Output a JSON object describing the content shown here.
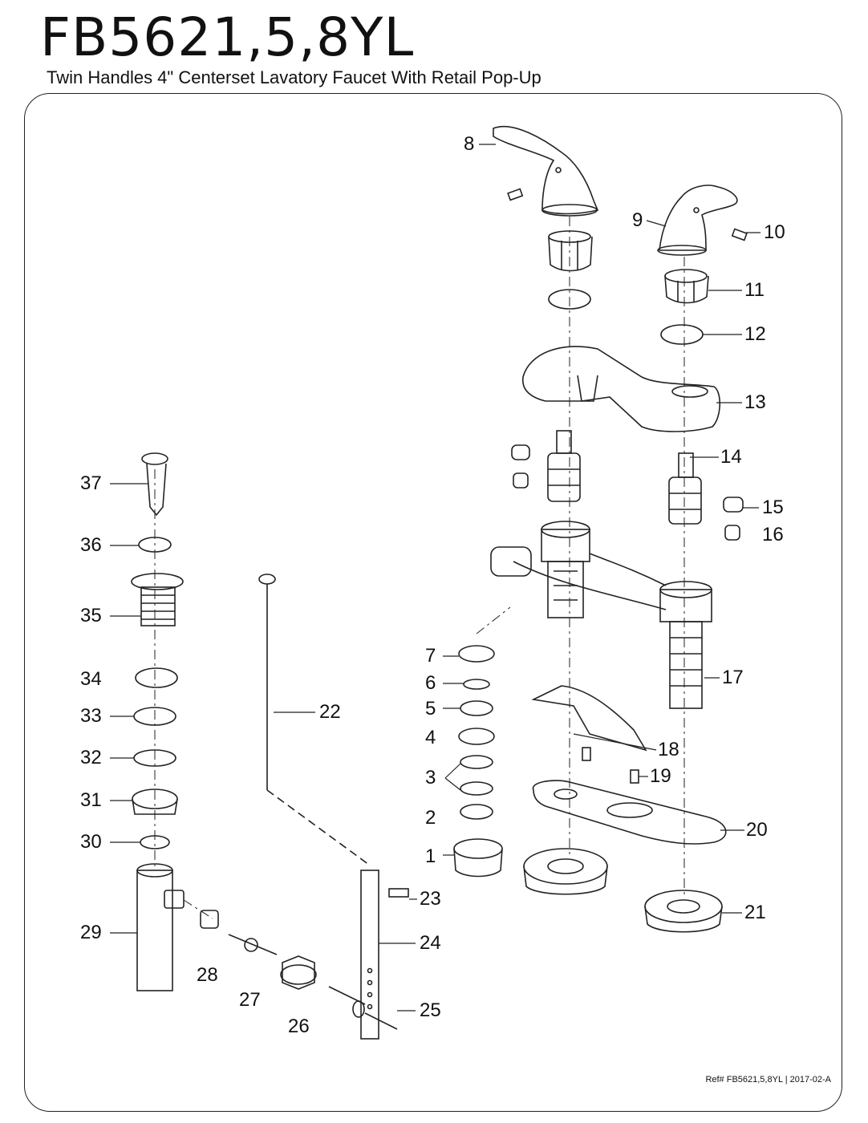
{
  "header": {
    "model_number": "FB5621,5,8YL",
    "subtitle": "Twin Handles 4\" Centerset Lavatory Faucet With Retail Pop-Up"
  },
  "callouts": [
    "1",
    "2",
    "3",
    "4",
    "5",
    "6",
    "7",
    "8",
    "9",
    "10",
    "11",
    "12",
    "13",
    "14",
    "15",
    "16",
    "17",
    "18",
    "19",
    "20",
    "21",
    "22",
    "23",
    "24",
    "25",
    "26",
    "27",
    "28",
    "29",
    "30",
    "31",
    "32",
    "33",
    "34",
    "35",
    "36",
    "37"
  ],
  "footer": {
    "reference": "Ref# FB5621,5,8YL | 2017-02-A"
  }
}
